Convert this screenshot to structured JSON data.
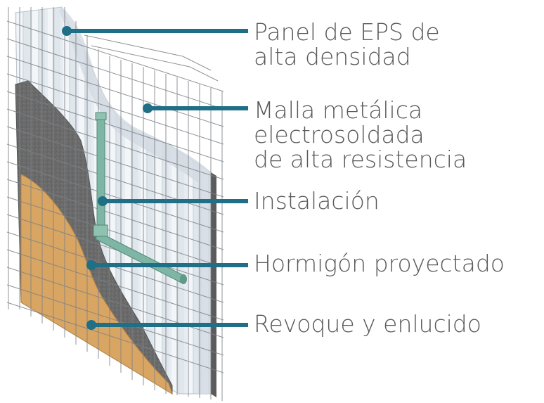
{
  "callouts": {
    "eps": {
      "lines": [
        "Panel de EPS de",
        "alta densidad"
      ]
    },
    "malla": {
      "lines": [
        "Malla metálica",
        "electrosoldada",
        "de alta resistencia"
      ]
    },
    "instalacion": {
      "lines": [
        "Instalación"
      ]
    },
    "hormigon": {
      "lines": [
        "Hormigón proyectado"
      ]
    },
    "revoque": {
      "lines": [
        "Revoque y enlucido"
      ]
    }
  },
  "colors": {
    "leader": "#1f6f86",
    "text": "#58595b",
    "eps": "#e9eef3",
    "mesh": "#7d8186",
    "concrete": "#6e6e6e",
    "plaster": "#d9a562",
    "pipe": "#6fa896"
  }
}
